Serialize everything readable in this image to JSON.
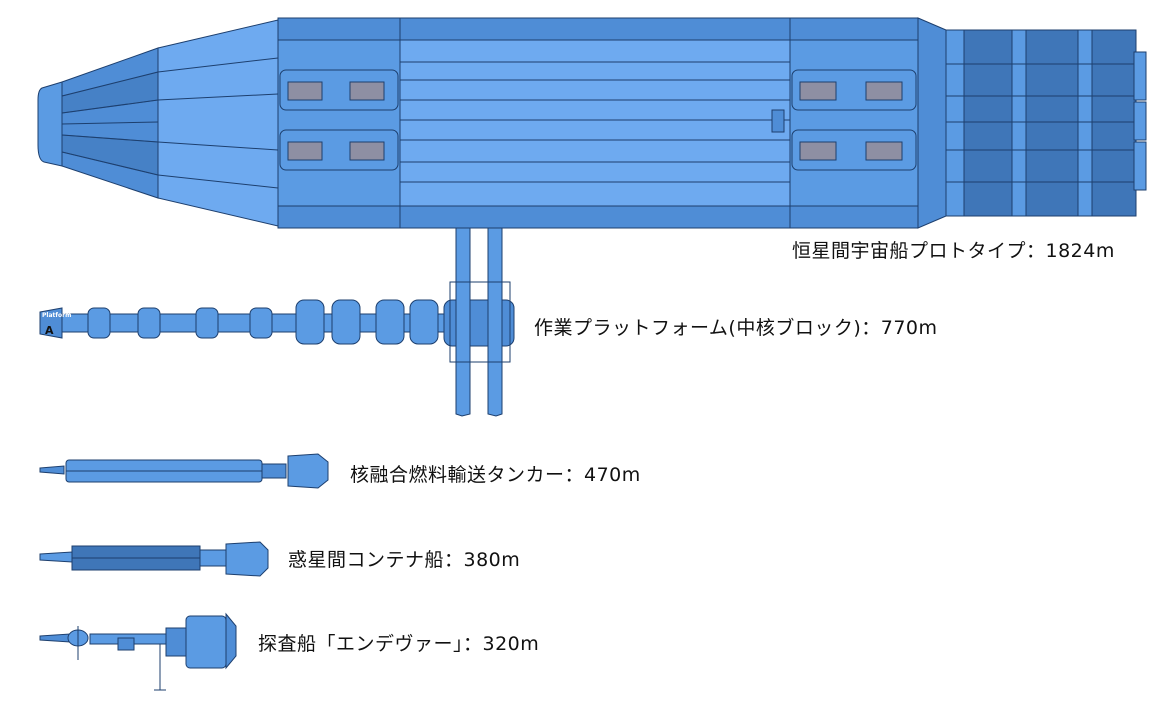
{
  "colors": {
    "hull": "#5b9be3",
    "hull_light": "#6eaaf0",
    "hull_dark": "#3f76b8",
    "outline": "#1d3f6e",
    "panel_gray": "#8e8fa3",
    "background": "#ffffff"
  },
  "ships": [
    {
      "id": "prototype",
      "label": "恒星間宇宙船プロトタイプ：1824m"
    },
    {
      "id": "platform",
      "label": "作業プラットフォーム(中核ブロック)：770m",
      "marking": "Platform",
      "marking_letter": "A"
    },
    {
      "id": "tanker",
      "label": "核融合燃料輸送タンカー：470m"
    },
    {
      "id": "container",
      "label": "惑星間コンテナ船：380m"
    },
    {
      "id": "probe",
      "label": "探査船「エンデヴァー」：320m"
    }
  ]
}
